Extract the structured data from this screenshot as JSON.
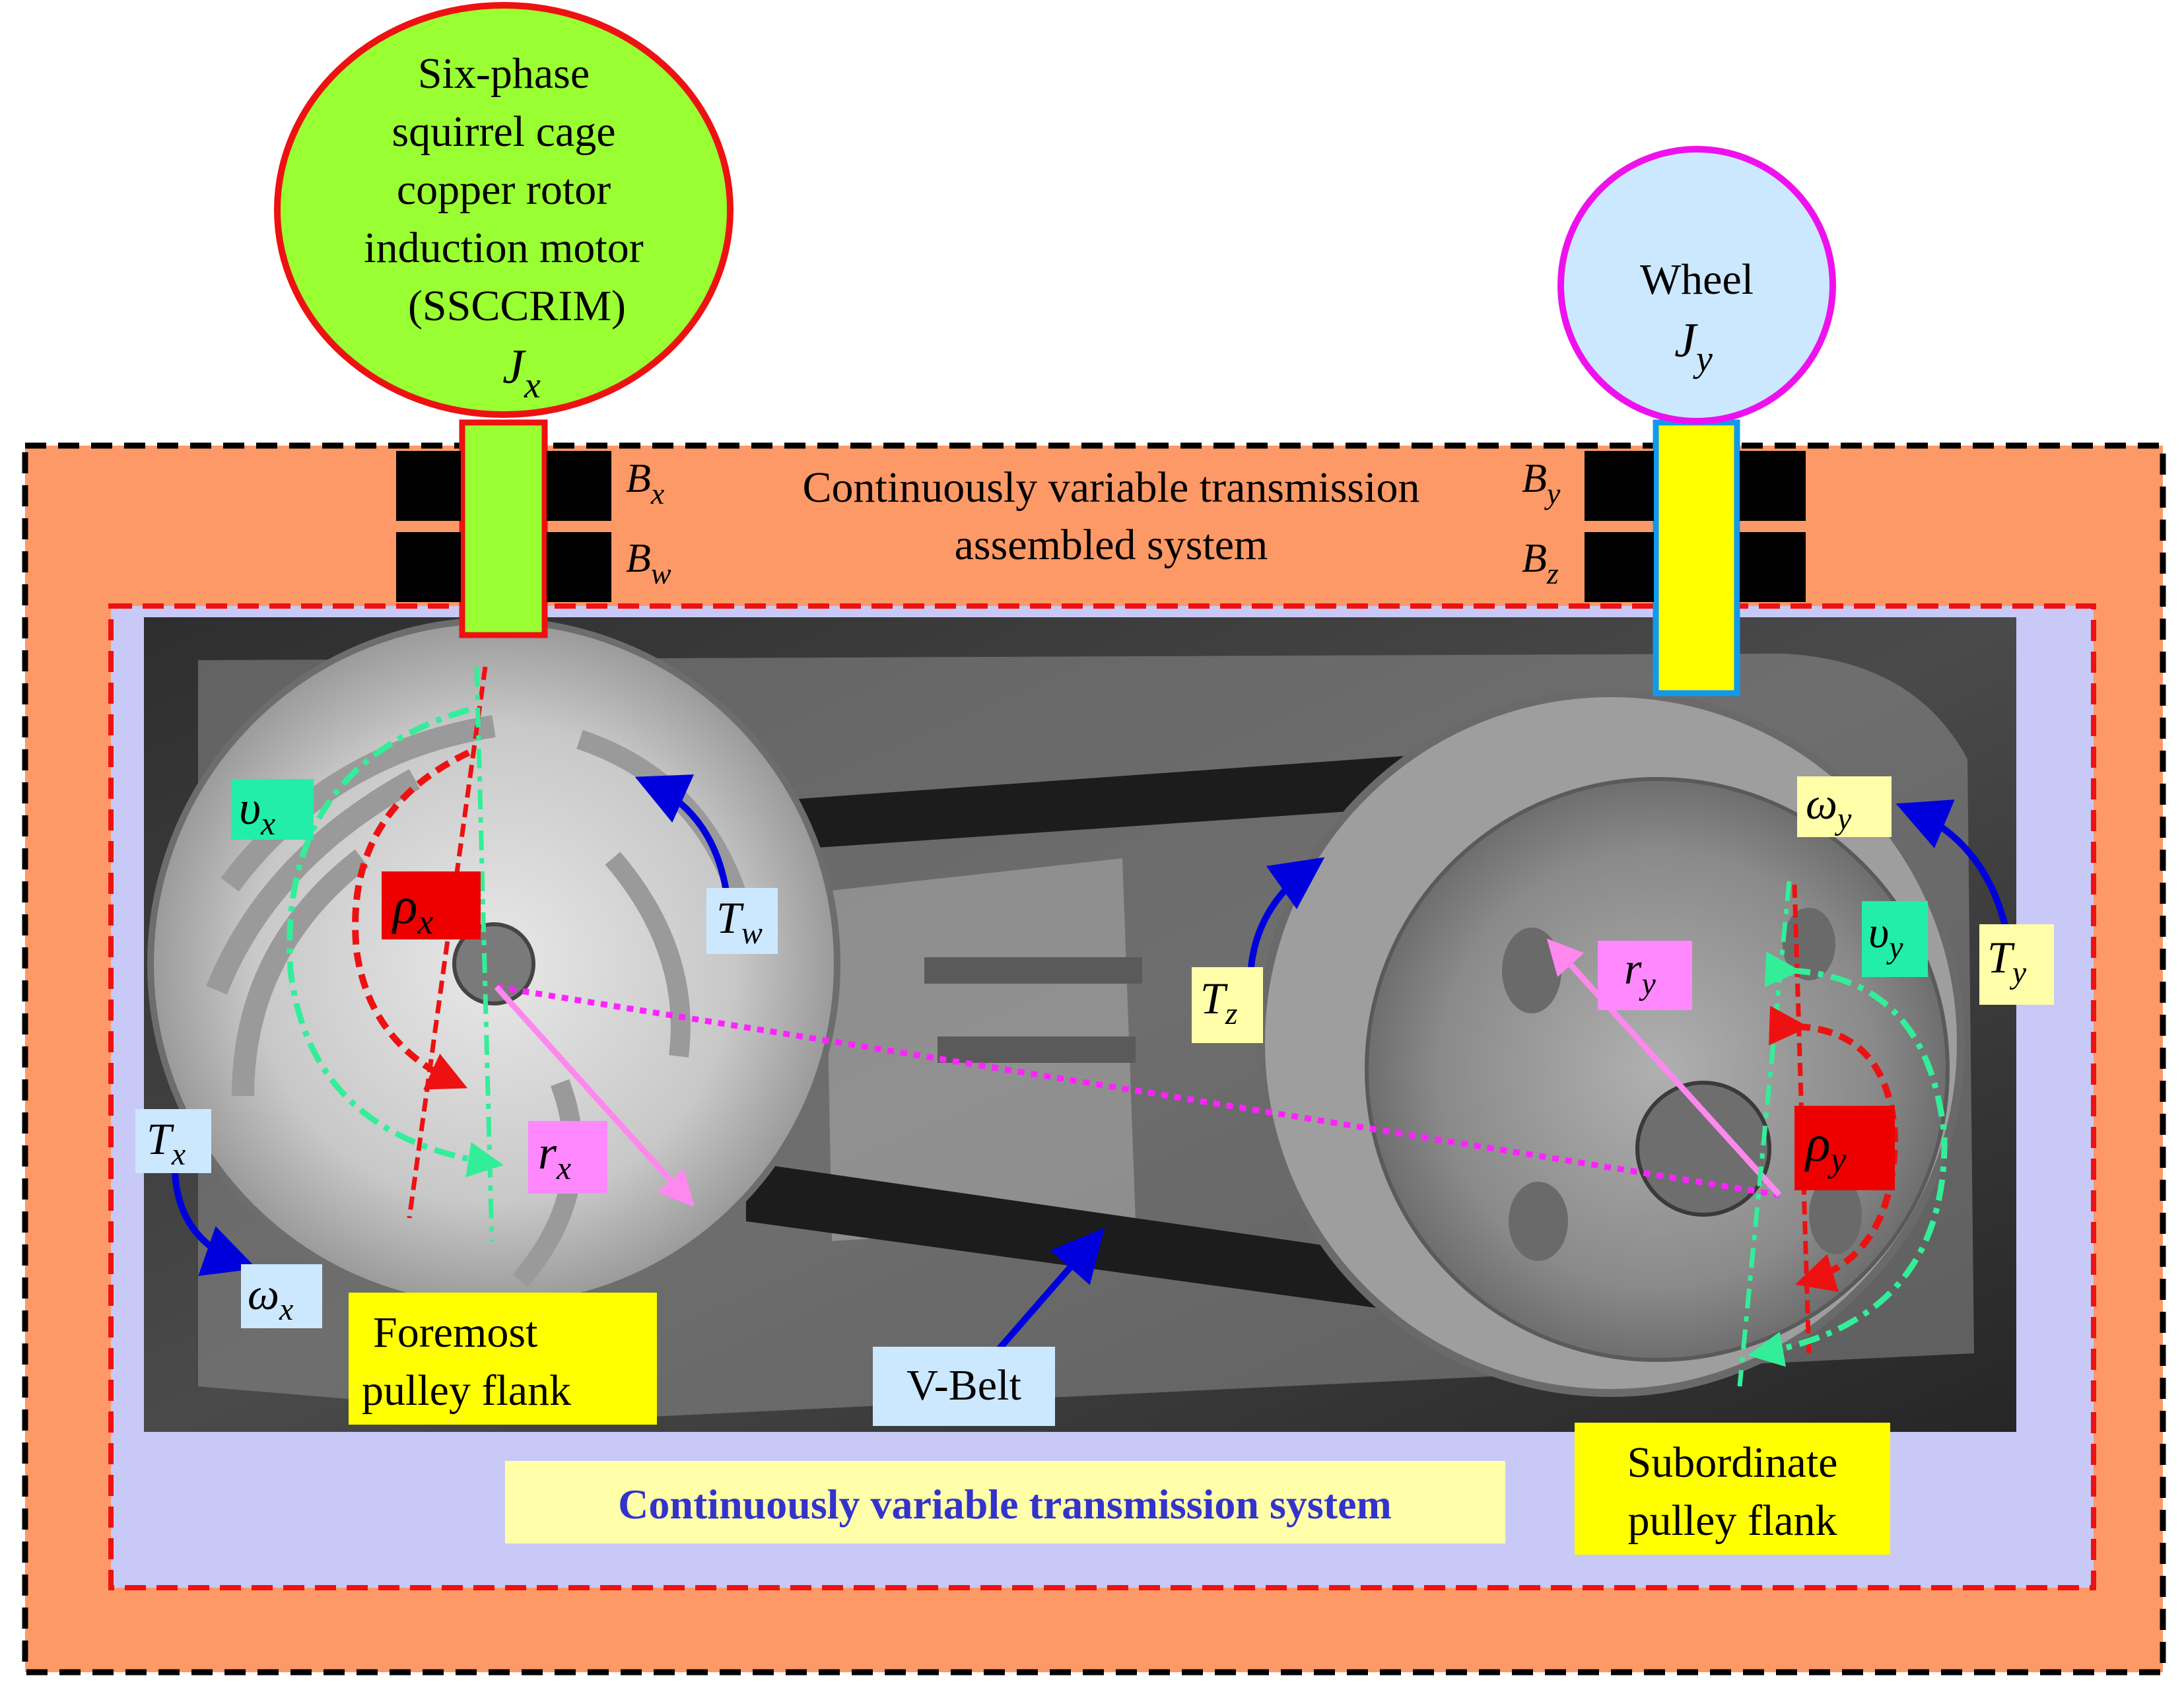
{
  "motor": {
    "lines": [
      "Six-phase",
      "squirrel cage",
      "copper rotor",
      "induction motor",
      "(SSCCRIM)"
    ],
    "inertia": "J",
    "inertia_sub": "x"
  },
  "wheel": {
    "label": "Wheel",
    "inertia": "J",
    "inertia_sub": "y"
  },
  "assembled_system": {
    "line1": "Continuously variable transmission",
    "line2": "assembled system"
  },
  "bearings": {
    "bx": {
      "sym": "B",
      "sub": "x"
    },
    "bw": {
      "sym": "B",
      "sub": "w"
    },
    "by": {
      "sym": "B",
      "sub": "y"
    },
    "bz": {
      "sym": "B",
      "sub": "z"
    }
  },
  "symbols": {
    "upsilon_x": {
      "sym": "υ",
      "sub": "x"
    },
    "rho_x": {
      "sym": "ρ",
      "sub": "x"
    },
    "T_w": {
      "sym": "T",
      "sub": "w"
    },
    "T_x": {
      "sym": "T",
      "sub": "x"
    },
    "omega_x": {
      "sym": "ω",
      "sub": "x"
    },
    "r_x": {
      "sym": "r",
      "sub": "x"
    },
    "T_z": {
      "sym": "T",
      "sub": "z"
    },
    "r_y": {
      "sym": "r",
      "sub": "y"
    },
    "omega_y": {
      "sym": "ω",
      "sub": "y"
    },
    "upsilon_y": {
      "sym": "υ",
      "sub": "y"
    },
    "T_y": {
      "sym": "T",
      "sub": "y"
    },
    "rho_y": {
      "sym": "ρ",
      "sub": "y"
    }
  },
  "labels": {
    "foremost": [
      "Foremost",
      "pulley flank"
    ],
    "v_belt": "V-Belt",
    "subordinate": [
      "Subordinate",
      "pulley flank"
    ],
    "cvt_system": "Continuously variable transmission system"
  },
  "colors": {
    "outer_box": "#fd9966",
    "inner_box": "#c9c9f7",
    "motor_fill": "#99ff33",
    "motor_stroke": "#ee1111",
    "wheel_fill": "#cce8ff",
    "wheel_stroke": "#ee11ee",
    "wheel_shaft": "#ffff00",
    "wheel_shaft_stroke": "#1199ee",
    "dash_red": "#ee1111",
    "dash_green": "#33ee99",
    "magenta_line": "#ff22ff",
    "pink_line": "#ff88ee",
    "blue_arrow": "#0000dd",
    "label_yellow": "#ffff00",
    "label_lightyellow": "#ffffaa",
    "label_lightblue": "#cce8ff",
    "label_teal": "#22eeaa",
    "label_red": "#ee0000",
    "label_pink": "#ff88ff",
    "cvt_text": "#3333cc"
  }
}
